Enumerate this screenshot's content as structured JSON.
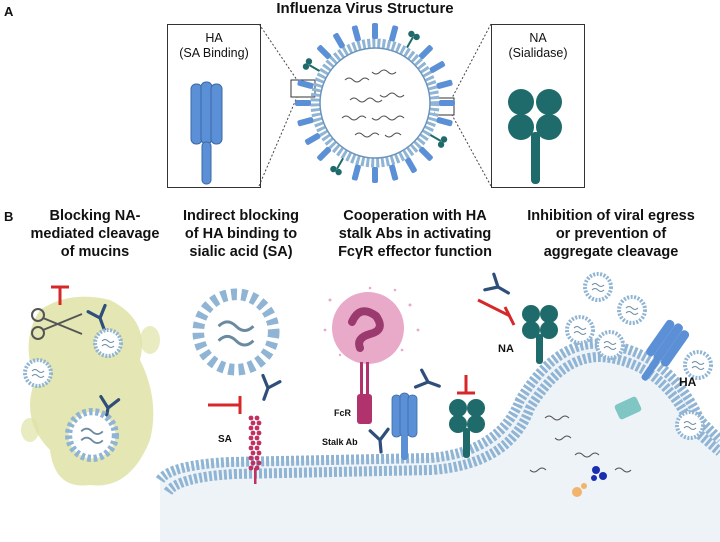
{
  "panel_a": {
    "letter": "A",
    "title": "Influenza Virus Structure",
    "ha_box": {
      "line1": "HA",
      "line2": "(SA Binding)"
    },
    "na_box": {
      "line1": "NA",
      "line2": "(Sialidase)"
    }
  },
  "panel_b": {
    "letter": "B",
    "headings": [
      {
        "lines": [
          "Blocking NA-",
          "mediated cleavage",
          "of mucins"
        ]
      },
      {
        "lines": [
          "Indirect blocking",
          "of HA binding to",
          "sialic acid (SA)"
        ]
      },
      {
        "lines": [
          "Cooperation with HA",
          "stalk Abs in activating",
          "FcγR effector function"
        ]
      },
      {
        "lines": [
          "Inhibition of viral egress",
          "or prevention of",
          "aggregate cleavage"
        ]
      }
    ],
    "labels": {
      "sa": "SA",
      "fcr": "FcR",
      "stalk_ab": "Stalk Ab",
      "na": "NA",
      "ha": "HA"
    }
  },
  "colors": {
    "ha_blue": "#5b8fd6",
    "na_teal": "#1f6b6b",
    "membrane": "#8fb4d4",
    "mucus": "#dfe3a6",
    "inhibit_red": "#d62828",
    "antibody": "#2f4f7a",
    "cell_pink": "#e9a9c9"
  }
}
